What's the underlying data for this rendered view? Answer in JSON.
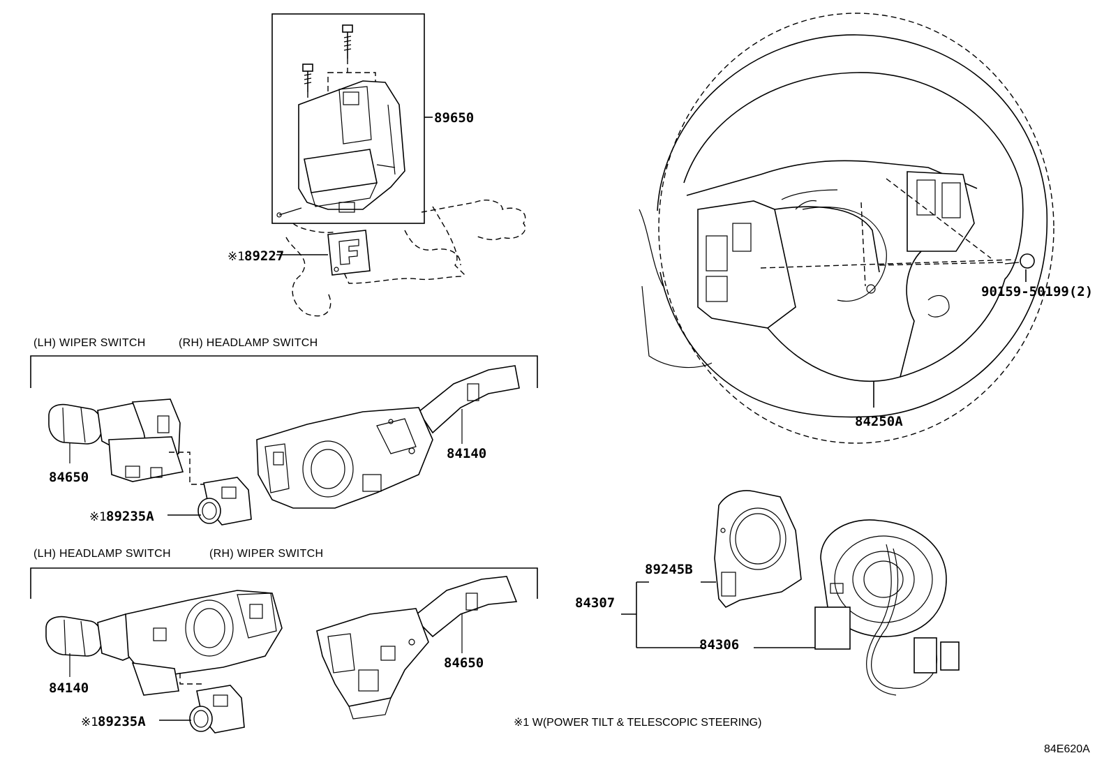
{
  "parts": {
    "p89650": "89650",
    "p89227": "89227",
    "p89227_mark": "※1",
    "p84650_top": "84650",
    "p84140_top": "84140",
    "p89235A_top": "89235A",
    "p89235A_top_mark": "※1",
    "p84140_bottom": "84140",
    "p84650_bottom": "84650",
    "p89235A_bottom": "89235A",
    "p89235A_bottom_mark": "※1",
    "p84250A": "84250A",
    "p90159": "90159-50199(2)",
    "p89245B": "89245B",
    "p84307": "84307",
    "p84306": "84306"
  },
  "headings": {
    "top_lh": "(LH) WIPER SWITCH",
    "top_rh": "(RH) HEADLAMP SWITCH",
    "bottom_lh": "(LH) HEADLAMP SWITCH",
    "bottom_rh": "(RH) WIPER SWITCH"
  },
  "note": "※1  W(POWER TILT & TELESCOPIC STEERING)",
  "diagram_code": "84E620A"
}
